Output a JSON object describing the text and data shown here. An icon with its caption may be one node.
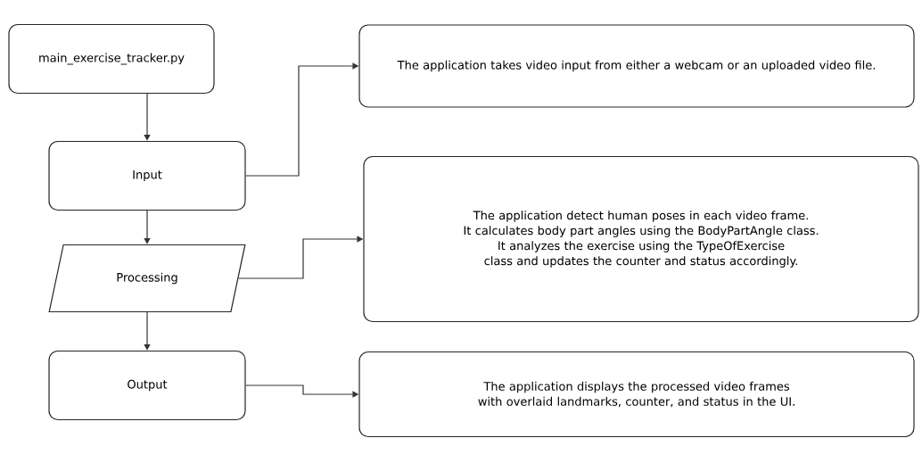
{
  "diagram": {
    "nodes": [
      {
        "text": [
          "main_exercise_tracker.py"
        ]
      },
      {
        "text": [
          "Input"
        ]
      },
      {
        "text": [
          "Processing"
        ]
      },
      {
        "text": [
          "Output"
        ]
      },
      {
        "text": [
          "The application takes video input from either a webcam or an uploaded video file."
        ]
      },
      {
        "text": [
          "The application detect human poses in each video frame.",
          "It calculates body part angles using the BodyPartAngle class.",
          "It analyzes the exercise using the TypeOfExercise class and updates the counter and status accordingly."
        ]
      },
      {
        "text": [
          "The application displays the processed video frames with overlaid landmarks, counter, and status in the UI."
        ]
      }
    ],
    "edges": [
      {
        "from": 0,
        "to": 1,
        "arrow": "to"
      },
      {
        "from": 1,
        "to": 2,
        "arrow": "to"
      },
      {
        "from": 2,
        "to": 3,
        "arrow": "to"
      },
      {
        "from": 1,
        "to": 4,
        "arrow": "to"
      },
      {
        "from": 2,
        "to": 5,
        "arrow": "to"
      },
      {
        "from": 3,
        "to": 6,
        "arrow": "to"
      }
    ]
  }
}
